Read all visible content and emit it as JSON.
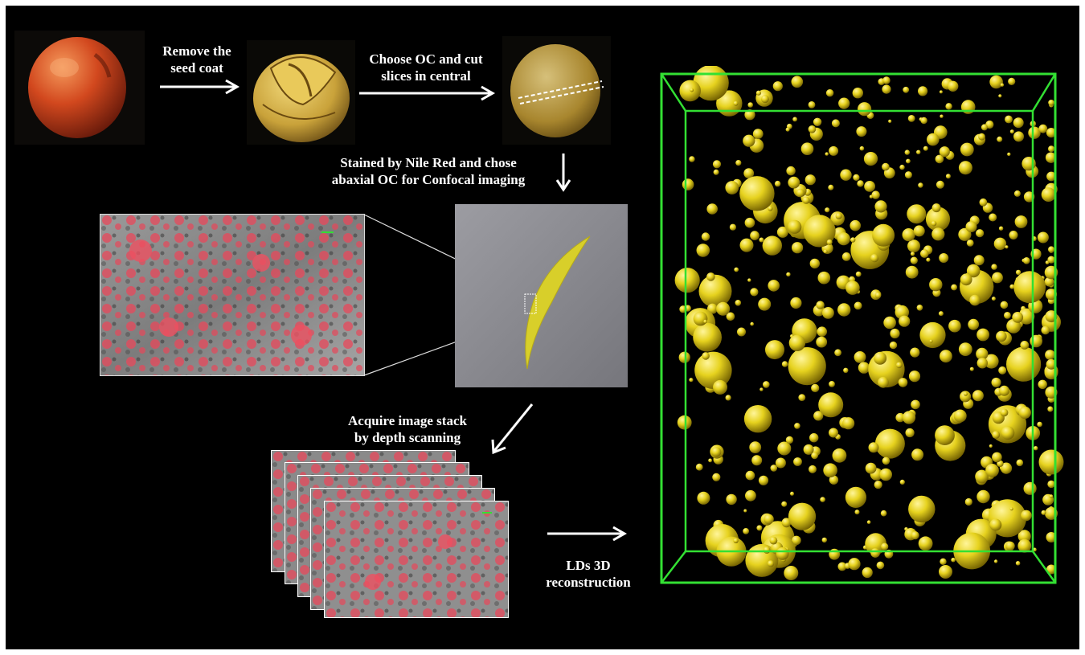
{
  "steps": {
    "remove_seed_coat": {
      "line1": "Remove the",
      "line2": "seed coat"
    },
    "choose_oc": {
      "line1": "Choose OC and cut",
      "line2": "slices in central"
    },
    "stain": {
      "line1": "Stained by Nile Red and chose",
      "line2": "abaxial OC for Confocal imaging"
    },
    "acquire": {
      "line1": "Acquire image stack",
      "line2": "by depth scanning"
    },
    "reconstruct": {
      "line1": "LDs 3D",
      "line2": "reconstruction"
    }
  },
  "colors": {
    "background": "#000000",
    "arrow": "#ffffff",
    "box_edge": "#33e033",
    "lipid_droplet": "#e6d21e",
    "nile_red": "#e8485a",
    "seed_red": "#c8361c",
    "cotyledon": "#c9a23a"
  },
  "icons": [
    "arrow-right-icon",
    "arrow-down-icon",
    "arrow-down-left-icon"
  ]
}
